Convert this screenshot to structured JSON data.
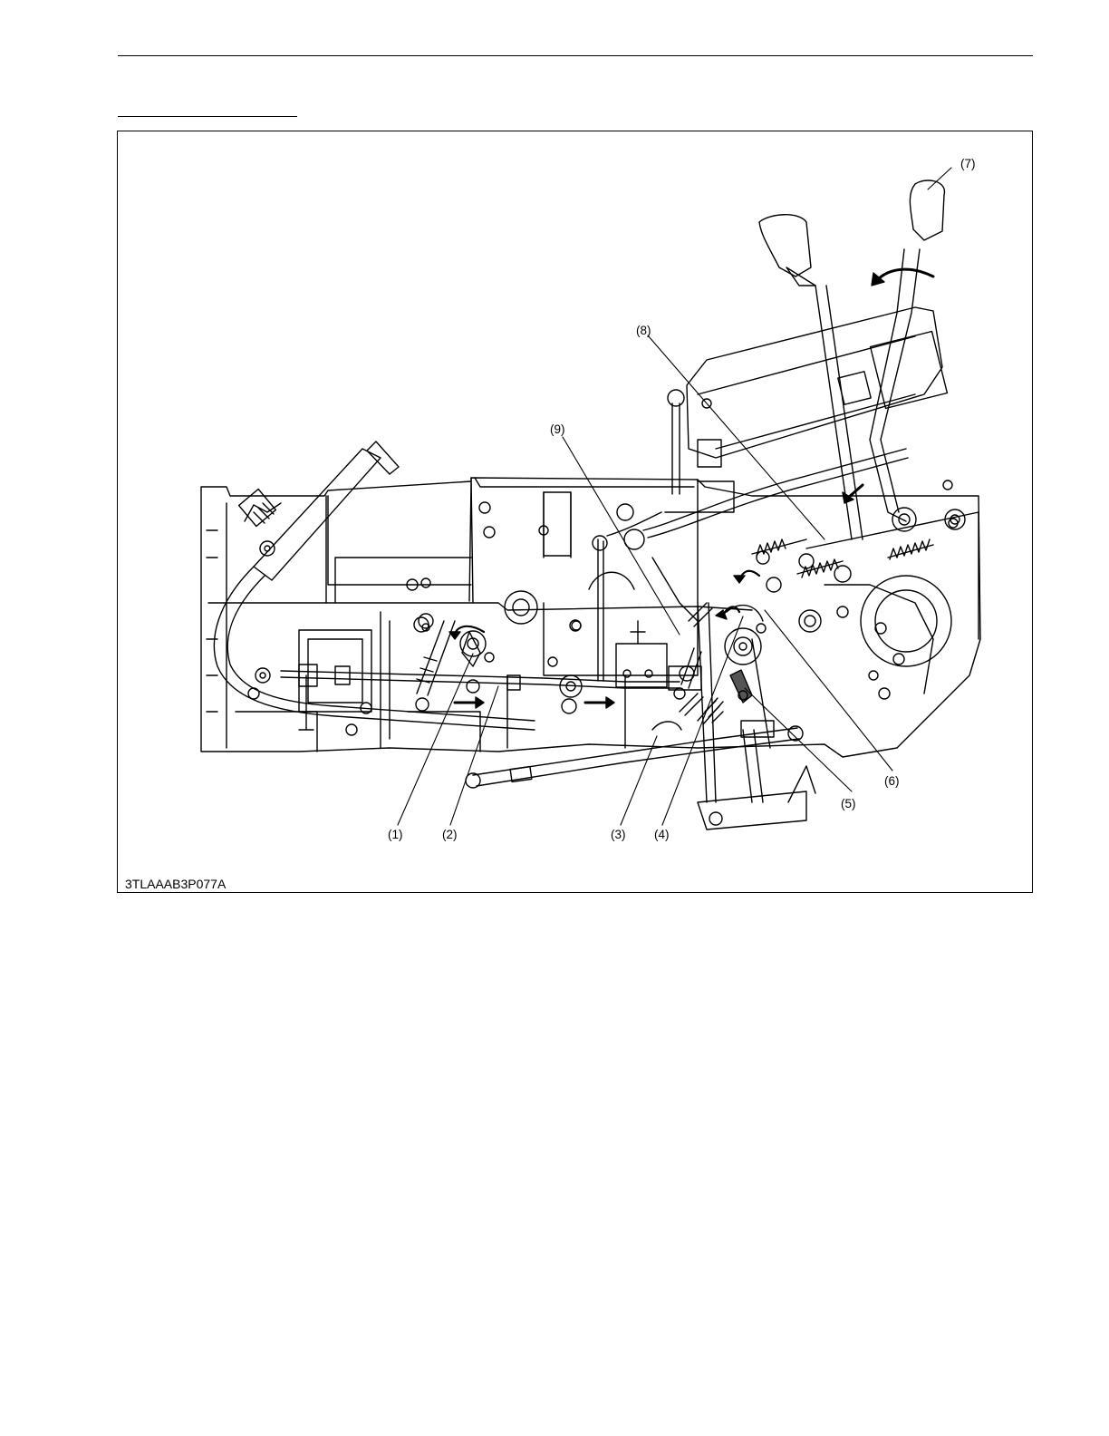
{
  "figure": {
    "code": "3TLAAAB3P077A",
    "callouts": [
      "(1)",
      "(2)",
      "(3)",
      "(4)",
      "(5)",
      "(6)",
      "(7)",
      "(8)",
      "(9)"
    ]
  }
}
